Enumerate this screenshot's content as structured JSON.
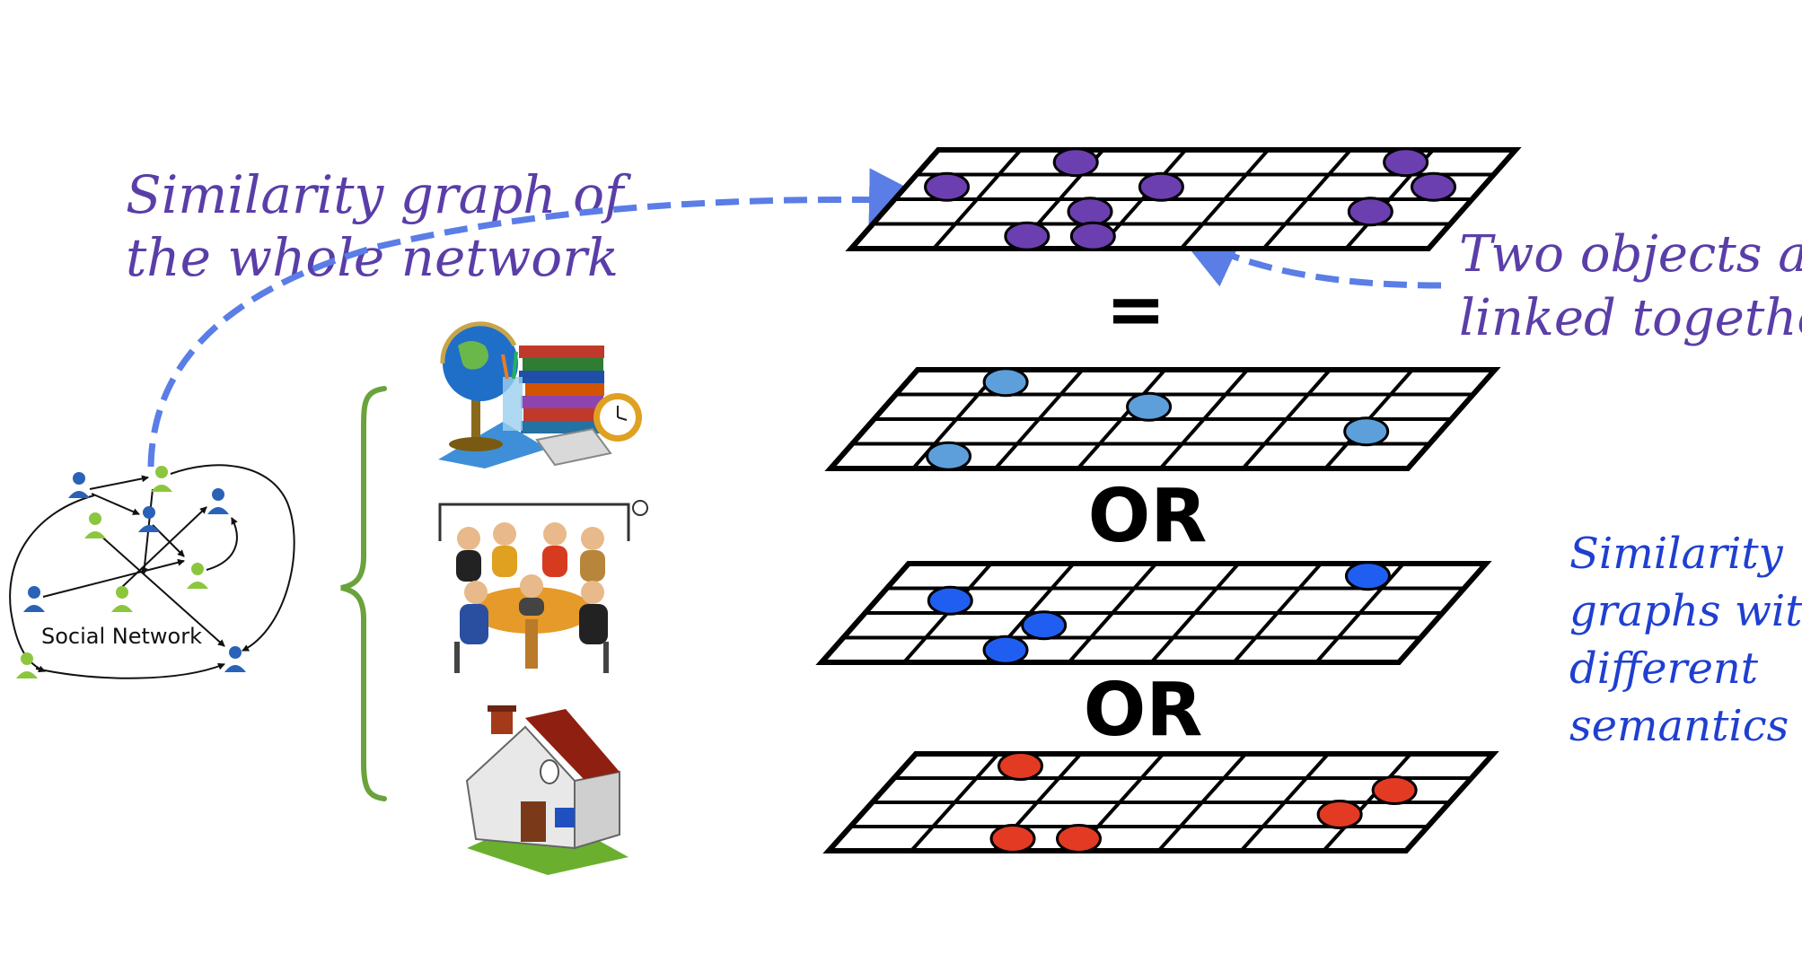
{
  "labels": {
    "top_left_line1": "Similarity graph of",
    "top_left_line2": "the whole network",
    "top_right_line1": "Two objects are",
    "top_right_line2": "linked together",
    "right_line1": "Similarity",
    "right_line2": "graphs with",
    "right_line3": "different",
    "right_line4": "semantics",
    "social_network": "Social Network",
    "equals": "=",
    "or_1": "OR",
    "or_2": "OR"
  },
  "colors": {
    "label_purple": "#5a3ea8",
    "label_blue": "#1f3fd0",
    "arrow_blue": "#5a7de6",
    "brace_green": "#6aa23c",
    "dot_purple": "#6b3fb0",
    "dot_lightblue": "#5c9fdb",
    "dot_blue": "#1f5ef0",
    "dot_red": "#e23a23"
  },
  "icons": {
    "school": "education-supplies-icon",
    "meeting": "meeting-table-icon",
    "house": "house-icon",
    "network": "social-network-icon"
  }
}
